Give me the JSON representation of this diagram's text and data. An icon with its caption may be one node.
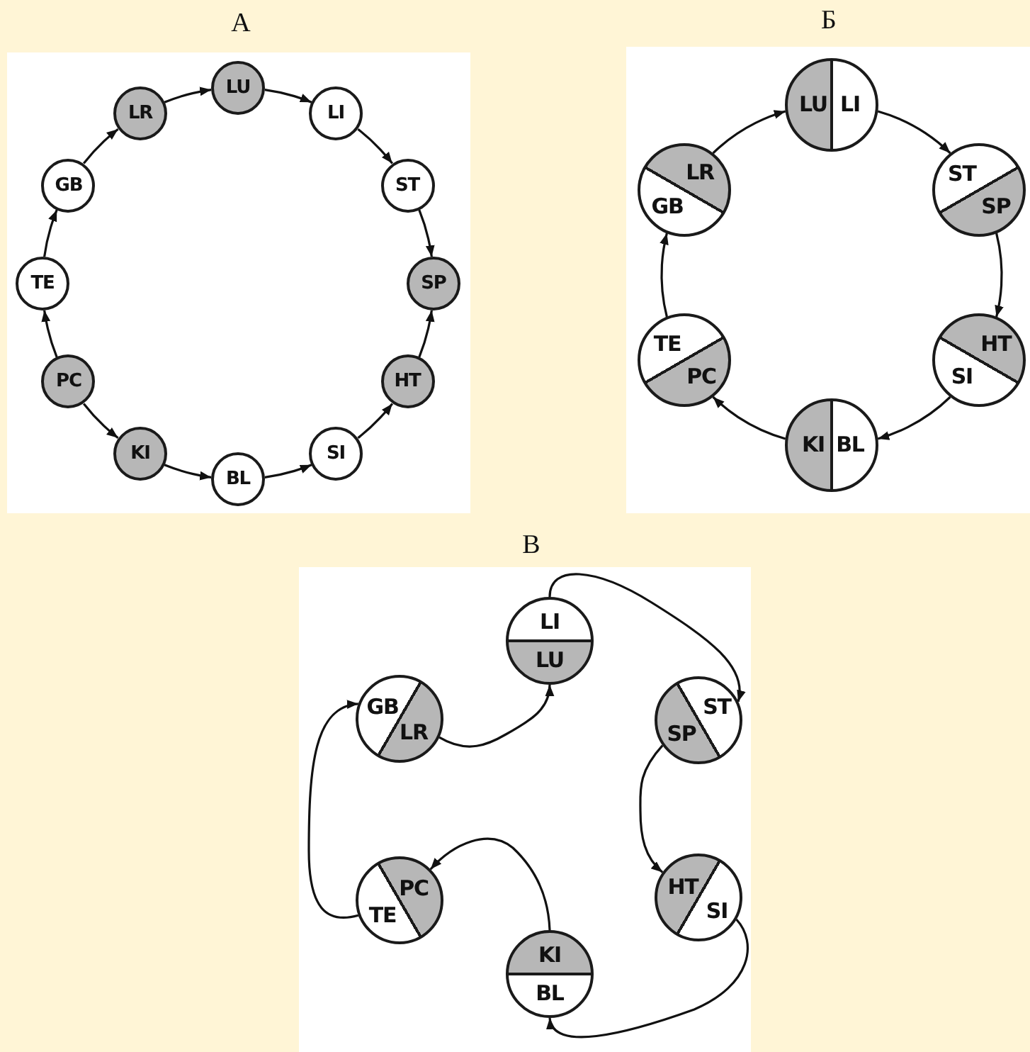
{
  "diagram": {
    "nodes": [
      {
        "text": [
          "LU"
        ]
      },
      {
        "text": [
          "LI"
        ]
      },
      {
        "text": [
          "ST"
        ]
      },
      {
        "text": [
          "SP"
        ]
      },
      {
        "text": [
          "HT"
        ]
      },
      {
        "text": [
          "SI"
        ]
      },
      {
        "text": [
          "BL"
        ]
      },
      {
        "text": [
          "KI"
        ]
      },
      {
        "text": [
          "PC"
        ]
      },
      {
        "text": [
          "TE"
        ]
      },
      {
        "text": [
          "GB"
        ]
      },
      {
        "text": [
          "LR"
        ]
      },
      {
        "text": [
          "LU",
          "LI"
        ]
      },
      {
        "text": [
          "ST",
          "SP"
        ]
      },
      {
        "text": [
          "HT",
          "SI"
        ]
      },
      {
        "text": [
          "KI",
          "BL"
        ]
      },
      {
        "text": [
          "TE",
          "PC"
        ]
      },
      {
        "text": [
          "LR",
          "GB"
        ]
      },
      {
        "text": [
          "LI",
          "LU"
        ]
      },
      {
        "text": [
          "ST",
          "SP"
        ]
      },
      {
        "text": [
          "HT",
          "SI"
        ]
      },
      {
        "text": [
          "KI",
          "BL"
        ]
      },
      {
        "text": [
          "PC",
          "TE"
        ]
      },
      {
        "text": [
          "GB",
          "LR"
        ]
      }
    ],
    "edges": [
      {
        "from": 0,
        "to": 1,
        "arrow": "to"
      },
      {
        "from": 1,
        "to": 2,
        "arrow": "to"
      },
      {
        "from": 2,
        "to": 3,
        "arrow": "to"
      },
      {
        "from": 4,
        "to": 3,
        "arrow": "to"
      },
      {
        "from": 5,
        "to": 4,
        "arrow": "to"
      },
      {
        "from": 6,
        "to": 5,
        "arrow": "to"
      },
      {
        "from": 7,
        "to": 6,
        "arrow": "to"
      },
      {
        "from": 8,
        "to": 7,
        "arrow": "to"
      },
      {
        "from": 8,
        "to": 9,
        "arrow": "to"
      },
      {
        "from": 9,
        "to": 10,
        "arrow": "to"
      },
      {
        "from": 10,
        "to": 11,
        "arrow": "to"
      },
      {
        "from": 11,
        "to": 0,
        "arrow": "to"
      },
      {
        "from": 12,
        "to": 13,
        "arrow": "to"
      },
      {
        "from": 13,
        "to": 14,
        "arrow": "to"
      },
      {
        "from": 14,
        "to": 15,
        "arrow": "to"
      },
      {
        "from": 15,
        "to": 16,
        "arrow": "to"
      },
      {
        "from": 16,
        "to": 17,
        "arrow": "to"
      },
      {
        "from": 17,
        "to": 12,
        "arrow": "to"
      },
      {
        "from": 18,
        "to": 19,
        "arrow": "to"
      },
      {
        "from": 19,
        "to": 20,
        "arrow": "to"
      },
      {
        "from": 20,
        "to": 21,
        "arrow": "to"
      },
      {
        "from": 21,
        "to": 22,
        "arrow": "to"
      },
      {
        "from": 22,
        "to": 23,
        "arrow": "to"
      },
      {
        "from": 23,
        "to": 18,
        "arrow": "to"
      }
    ],
    "labels": [
      "А",
      "Б",
      "В"
    ]
  }
}
